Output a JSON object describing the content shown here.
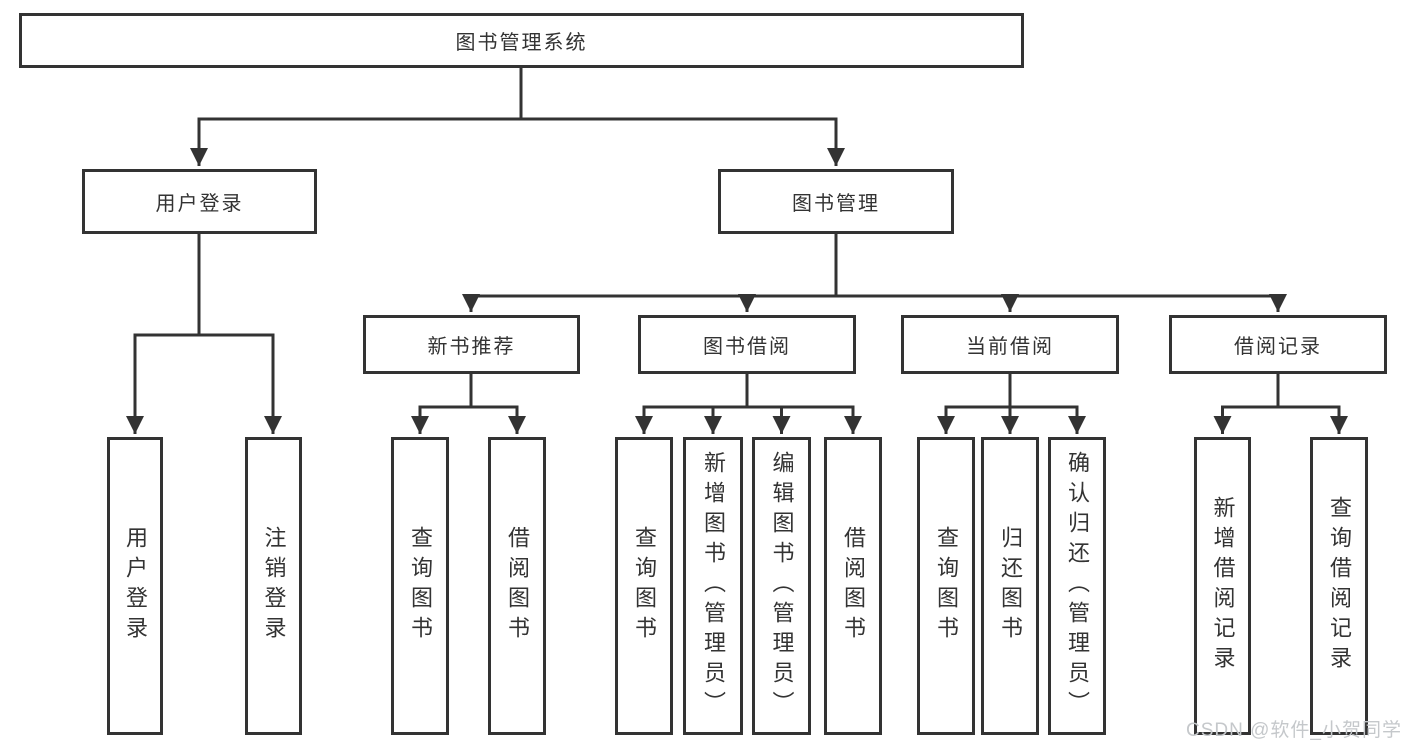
{
  "diagram": {
    "root": {
      "label": "图书管理系统"
    },
    "level2": [
      {
        "id": "user-login",
        "label": "用户登录"
      },
      {
        "id": "book-management",
        "label": "图书管理"
      }
    ],
    "level3": [
      {
        "id": "new-book-recommend",
        "parent": "图书管理",
        "label": "新书推荐"
      },
      {
        "id": "book-borrow",
        "parent": "图书管理",
        "label": "图书借阅"
      },
      {
        "id": "current-borrow",
        "parent": "图书管理",
        "label": "当前借阅"
      },
      {
        "id": "borrow-records",
        "parent": "图书管理",
        "label": "借阅记录"
      }
    ],
    "leaves": [
      {
        "parent": "用户登录",
        "label": "用户登录"
      },
      {
        "parent": "用户登录",
        "label": "注销登录"
      },
      {
        "parent": "新书推荐",
        "label": "查询图书"
      },
      {
        "parent": "新书推荐",
        "label": "借阅图书"
      },
      {
        "parent": "图书借阅",
        "label": "查询图书"
      },
      {
        "parent": "图书借阅",
        "label": "新增图书（管理员）"
      },
      {
        "parent": "图书借阅",
        "label": "编辑图书（管理员）"
      },
      {
        "parent": "图书借阅",
        "label": "借阅图书"
      },
      {
        "parent": "当前借阅",
        "label": "查询图书"
      },
      {
        "parent": "当前借阅",
        "label": "归还图书"
      },
      {
        "parent": "当前借阅",
        "label": "确认归还（管理员）"
      },
      {
        "parent": "借阅记录",
        "label": "新增借阅记录"
      },
      {
        "parent": "借阅记录",
        "label": "查询借阅记录"
      }
    ],
    "watermark": "CSDN @软件_小贺同学",
    "colors": {
      "line": "#333333",
      "box_border": "#333333",
      "text": "#333333",
      "background": "#ffffff",
      "watermark_text": "#c5c8cb"
    }
  }
}
